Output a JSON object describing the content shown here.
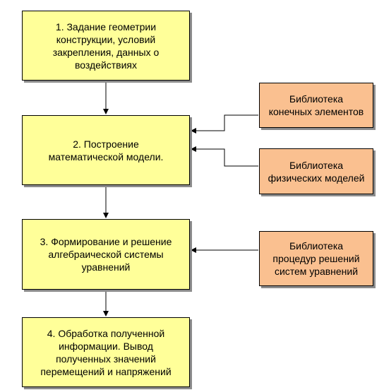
{
  "steps": [
    {
      "label": "1. Задание геометрии\nконструкции, условий\nзакрепления, данных о\nвоздействиях"
    },
    {
      "label": "2. Построение\nматематической модели."
    },
    {
      "label": "3.  Формирование и решение\nалгебраической системы\nуравнений"
    },
    {
      "label": "4.  Обработка полученной\nинформации. Вывод\nполученных значений\nперемещений  и напряжений"
    }
  ],
  "libraries": [
    {
      "label": "Библиотека\nконечных элементов"
    },
    {
      "label": "Библиотека\nфизических моделей"
    },
    {
      "label": "Библиотека\nпроцедур решений\nсистем уравнений"
    }
  ],
  "colors": {
    "step_fill": "#ffff99",
    "library_fill": "#fac090",
    "border": "#000000",
    "shadow": "#8c8c8c"
  }
}
